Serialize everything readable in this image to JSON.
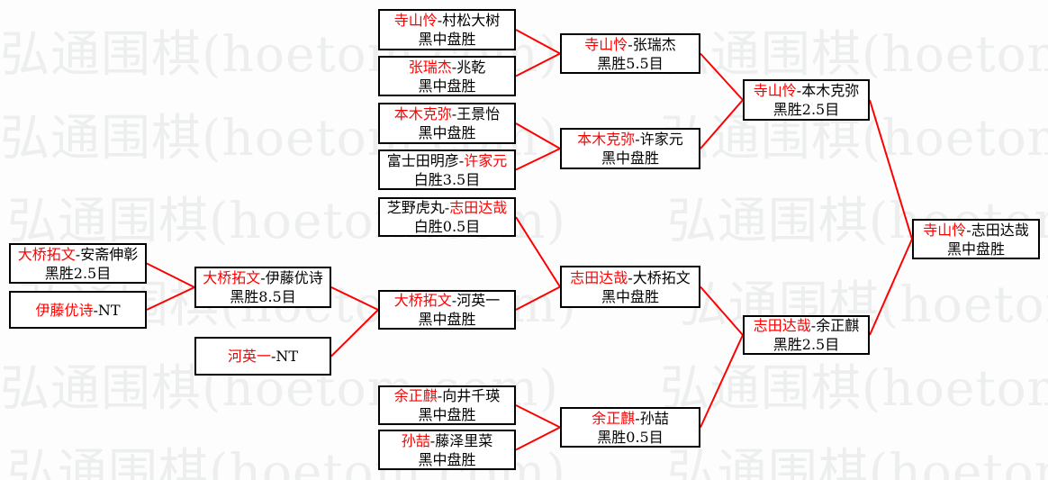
{
  "diagram_type": "go-tournament-bracket",
  "watermark": {
    "text": "弘通围棋(hoetom.com)",
    "color": "#edefef"
  },
  "colors": {
    "background": "#fdfdfd",
    "box_background": "#ffffff",
    "box_border": "#000000",
    "text": "#000000",
    "highlight": "#ff0000",
    "connector": "#ff0000"
  },
  "matches": [
    {
      "id": "pre1",
      "line1": [
        {
          "text": "大桥拓文",
          "highlight": true
        },
        {
          "text": "-安斋伸彰",
          "highlight": false
        }
      ],
      "result": "黑胜2.5目",
      "winner": "大桥拓文"
    },
    {
      "id": "pre2",
      "line1": [
        {
          "text": "伊藤优诗",
          "highlight": true
        },
        {
          "text": "-NT",
          "highlight": false
        }
      ],
      "result": null,
      "winner": "伊藤优诗"
    },
    {
      "id": "pre3",
      "line1": [
        {
          "text": "大桥拓文",
          "highlight": true
        },
        {
          "text": "-伊藤优诗",
          "highlight": false
        }
      ],
      "result": "黑胜8.5目",
      "winner": "大桥拓文"
    },
    {
      "id": "pre4",
      "line1": [
        {
          "text": "河英一",
          "highlight": true
        },
        {
          "text": "-NT",
          "highlight": false
        }
      ],
      "result": null,
      "winner": "河英一"
    },
    {
      "id": "r1",
      "line1": [
        {
          "text": "寺山怜",
          "highlight": true
        },
        {
          "text": "-村松大树",
          "highlight": false
        }
      ],
      "result": "黑中盘胜",
      "winner": "寺山怜"
    },
    {
      "id": "r2",
      "line1": [
        {
          "text": "张瑞杰",
          "highlight": true
        },
        {
          "text": "-兆乾",
          "highlight": false
        }
      ],
      "result": "黑中盘胜",
      "winner": "张瑞杰"
    },
    {
      "id": "r3",
      "line1": [
        {
          "text": "本木克弥",
          "highlight": true
        },
        {
          "text": "-王景怡",
          "highlight": false
        }
      ],
      "result": "黑中盘胜",
      "winner": "本木克弥"
    },
    {
      "id": "r4",
      "line1": [
        {
          "text": "富士田明彦-",
          "highlight": false
        },
        {
          "text": "许家元",
          "highlight": true
        }
      ],
      "result": "白胜3.5目",
      "winner": "许家元"
    },
    {
      "id": "r5",
      "line1": [
        {
          "text": "芝野虎丸-",
          "highlight": false
        },
        {
          "text": "志田达哉",
          "highlight": true
        }
      ],
      "result": "白胜0.5目",
      "winner": "志田达哉"
    },
    {
      "id": "r6",
      "line1": [
        {
          "text": "大桥拓文",
          "highlight": true
        },
        {
          "text": "-河英一",
          "highlight": false
        }
      ],
      "result": "黑中盘胜",
      "winner": "大桥拓文"
    },
    {
      "id": "r7",
      "line1": [
        {
          "text": "余正麒",
          "highlight": true
        },
        {
          "text": "-向井千瑛",
          "highlight": false
        }
      ],
      "result": "黑中盘胜",
      "winner": "余正麒"
    },
    {
      "id": "r8",
      "line1": [
        {
          "text": "孙喆",
          "highlight": true
        },
        {
          "text": "-藤泽里菜",
          "highlight": false
        }
      ],
      "result": "黑中盘胜",
      "winner": "孙喆"
    },
    {
      "id": "q1",
      "line1": [
        {
          "text": "寺山怜",
          "highlight": true
        },
        {
          "text": "-张瑞杰",
          "highlight": false
        }
      ],
      "result": "黑胜5.5目",
      "winner": "寺山怜"
    },
    {
      "id": "q2",
      "line1": [
        {
          "text": "本木克弥",
          "highlight": true
        },
        {
          "text": "-许家元",
          "highlight": false
        }
      ],
      "result": "黑中盘胜",
      "winner": "本木克弥"
    },
    {
      "id": "q3",
      "line1": [
        {
          "text": "志田达哉",
          "highlight": true
        },
        {
          "text": "-大桥拓文",
          "highlight": false
        }
      ],
      "result": "黑中盘胜",
      "winner": "志田达哉"
    },
    {
      "id": "q4",
      "line1": [
        {
          "text": "余正麒",
          "highlight": true
        },
        {
          "text": "-孙喆",
          "highlight": false
        }
      ],
      "result": "黑胜0.5目",
      "winner": "余正麒"
    },
    {
      "id": "s1",
      "line1": [
        {
          "text": "寺山怜",
          "highlight": true
        },
        {
          "text": "-本木克弥",
          "highlight": false
        }
      ],
      "result": "黑胜2.5目",
      "winner": "寺山怜"
    },
    {
      "id": "s2",
      "line1": [
        {
          "text": "志田达哉",
          "highlight": true
        },
        {
          "text": "-余正麒",
          "highlight": false
        }
      ],
      "result": "黑胜2.5目",
      "winner": "志田达哉"
    },
    {
      "id": "f1",
      "line1": [
        {
          "text": "寺山怜",
          "highlight": true
        },
        {
          "text": "-志田达哉",
          "highlight": false
        }
      ],
      "result": "黑中盘胜",
      "winner": "寺山怜"
    }
  ],
  "connections": [
    [
      "pre1",
      "pre3"
    ],
    [
      "pre2",
      "pre3"
    ],
    [
      "pre3",
      "r6"
    ],
    [
      "pre4",
      "r6"
    ],
    [
      "r1",
      "q1"
    ],
    [
      "r2",
      "q1"
    ],
    [
      "r3",
      "q2"
    ],
    [
      "r4",
      "q2"
    ],
    [
      "r5",
      "q3"
    ],
    [
      "r6",
      "q3"
    ],
    [
      "r7",
      "q4"
    ],
    [
      "r8",
      "q4"
    ],
    [
      "q1",
      "s1"
    ],
    [
      "q2",
      "s1"
    ],
    [
      "q3",
      "s2"
    ],
    [
      "q4",
      "s2"
    ],
    [
      "s1",
      "f1"
    ],
    [
      "s2",
      "f1"
    ]
  ]
}
